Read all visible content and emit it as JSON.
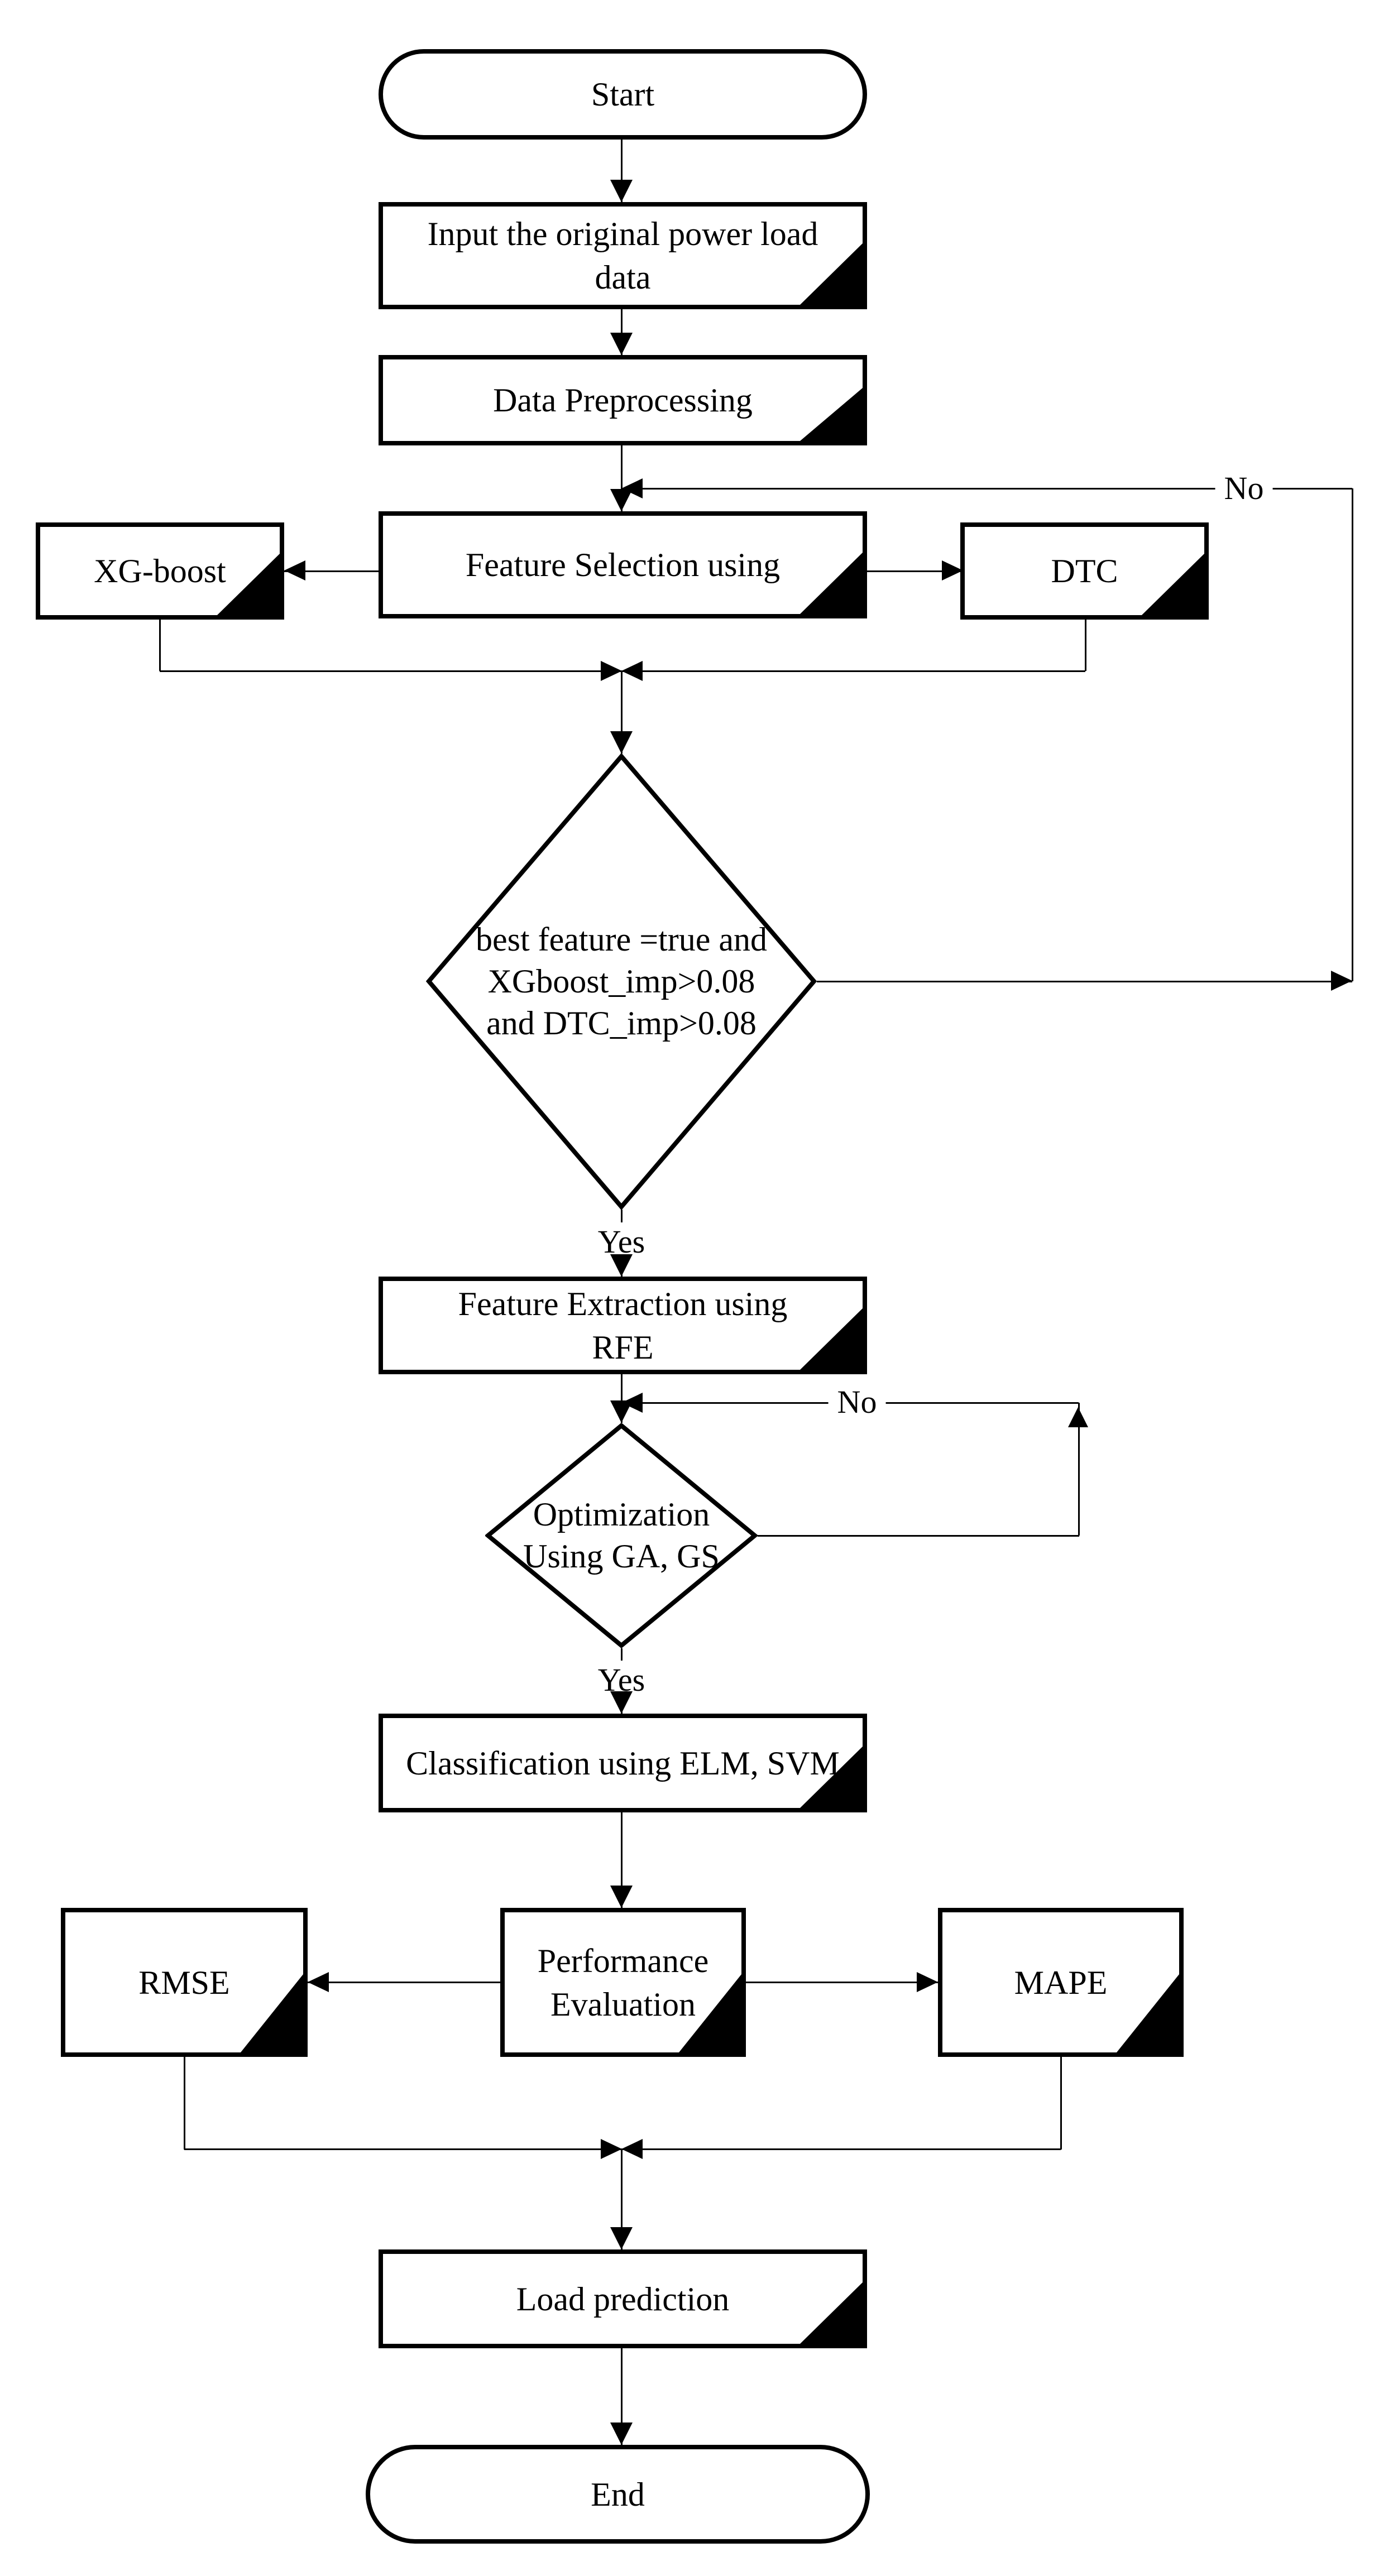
{
  "diagram": {
    "title": "Power load prediction flowchart",
    "colors": {
      "line": "#000000",
      "fill": "#ffffff"
    },
    "nodes": {
      "start": {
        "label": "Start",
        "type": "terminator"
      },
      "input_data": {
        "label": "Input the original power load\ndata",
        "type": "process"
      },
      "preprocessing": {
        "label": "Data Preprocessing",
        "type": "process"
      },
      "feature_selection": {
        "label": "Feature Selection using",
        "type": "process"
      },
      "xgboost": {
        "label": "XG-boost",
        "type": "process"
      },
      "dtc": {
        "label": "DTC",
        "type": "process"
      },
      "decision_feature": {
        "label": "best feature =true and\nXGboost_imp>0.08\nand DTC_imp>0.08",
        "type": "decision"
      },
      "feature_extraction": {
        "label": "Feature Extraction using\nRFE",
        "type": "process"
      },
      "decision_optimization": {
        "label": "Optimization\nUsing GA, GS",
        "type": "decision"
      },
      "classification": {
        "label": "Classification using ELM, SVM",
        "type": "process"
      },
      "performance": {
        "label": "Performance\nEvaluation",
        "type": "process"
      },
      "rmse": {
        "label": "RMSE",
        "type": "process"
      },
      "mape": {
        "label": "MAPE",
        "type": "process"
      },
      "load_prediction": {
        "label": "Load prediction",
        "type": "process"
      },
      "end": {
        "label": "End",
        "type": "terminator"
      }
    },
    "edge_labels": {
      "no_feature": "No",
      "yes_feature": "Yes",
      "no_optimization": "No",
      "yes_optimization": "Yes"
    }
  }
}
